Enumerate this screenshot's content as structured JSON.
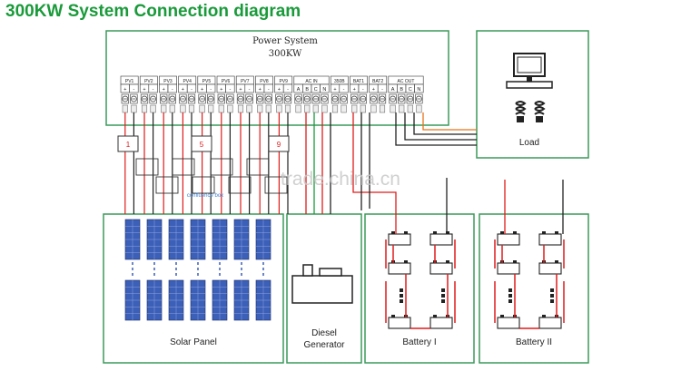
{
  "title": "300KW System Connection diagram",
  "power_system": {
    "label": "Power System",
    "capacity": "300KW"
  },
  "terminal_groups": [
    {
      "name": "PV1",
      "pins": [
        "+",
        "-"
      ]
    },
    {
      "name": "PV2",
      "pins": [
        "+",
        "-"
      ]
    },
    {
      "name": "PV3",
      "pins": [
        "+",
        "-"
      ]
    },
    {
      "name": "PV4",
      "pins": [
        "+",
        "-"
      ]
    },
    {
      "name": "PV5",
      "pins": [
        "+",
        "-"
      ]
    },
    {
      "name": "PV6",
      "pins": [
        "+",
        "-"
      ]
    },
    {
      "name": "PV7",
      "pins": [
        "+",
        "-"
      ]
    },
    {
      "name": "PV8",
      "pins": [
        "+",
        "-"
      ]
    },
    {
      "name": "PV9",
      "pins": [
        "+",
        "-"
      ]
    },
    {
      "name": "AC IN",
      "pins": [
        "A",
        "B",
        "C",
        "N"
      ]
    },
    {
      "name": "350B",
      "pins": [
        "+",
        "-"
      ]
    },
    {
      "name": "BAT1",
      "pins": [
        "+",
        "-"
      ]
    },
    {
      "name": "BAT2",
      "pins": [
        "+",
        "-"
      ]
    },
    {
      "name": "AC OUT",
      "pins": [
        "A",
        "B",
        "C",
        "N"
      ]
    }
  ],
  "combiners": [
    "1",
    "5",
    "9"
  ],
  "combiner_label": "confluence box",
  "load": {
    "label": "Load"
  },
  "solar": {
    "label": "Solar Panel"
  },
  "diesel": {
    "label_line1": "Diesel",
    "label_line2": "Generator"
  },
  "battery1": {
    "label": "Battery  I"
  },
  "battery2": {
    "label": "Battery  II"
  },
  "watermark": "trade.china.cn",
  "colors": {
    "title": "#1a9a3a",
    "wire_red": "#e01b1b",
    "wire_black": "#222222",
    "wire_orange": "#e8741a",
    "panel": "#3c5fb8",
    "box_border": "#3a9a5a",
    "watermark": "#c8c8c8"
  }
}
